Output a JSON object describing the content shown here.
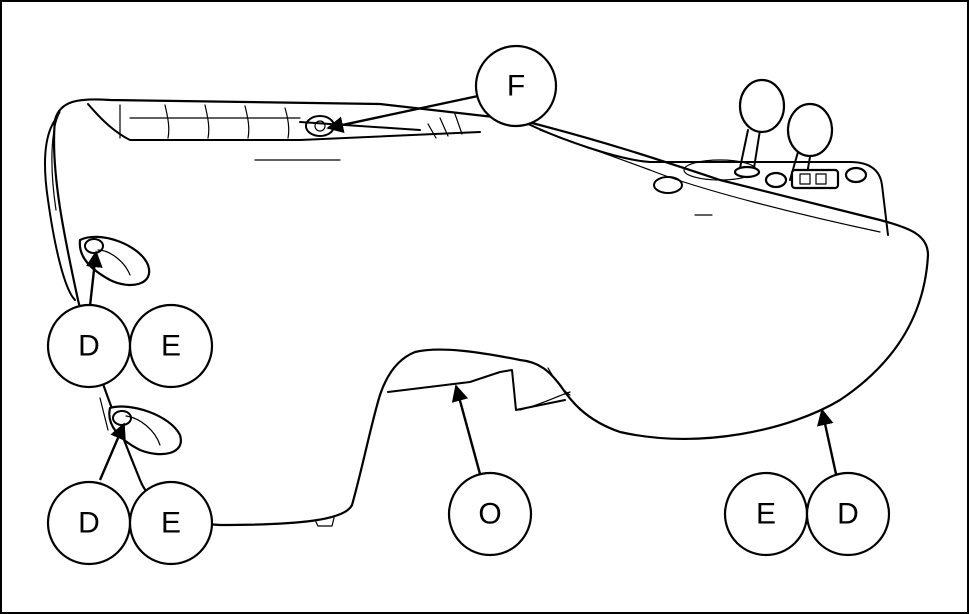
{
  "callouts": {
    "f": "F",
    "o": "O",
    "d_upper": "D",
    "e_upper": "E",
    "d_lower": "D",
    "e_lower": "E",
    "e_right": "E",
    "d_right": "D"
  },
  "colors": {
    "stroke": "#000000",
    "background": "#ffffff"
  }
}
